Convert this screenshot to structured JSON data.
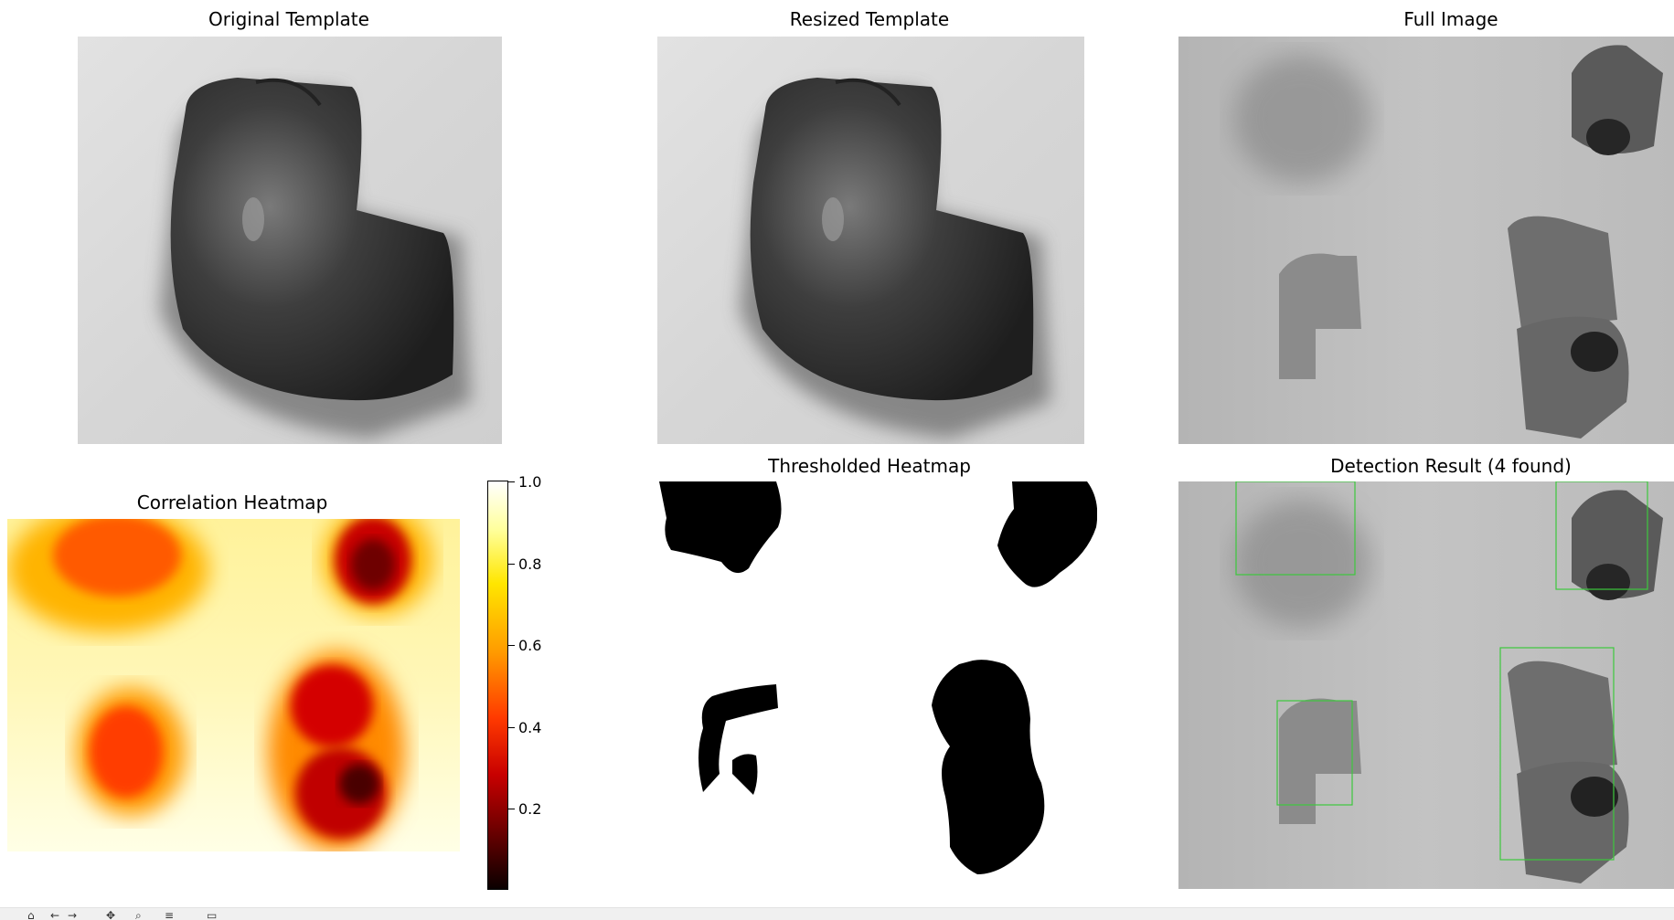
{
  "figure": {
    "panels": [
      {
        "id": "original",
        "title": "Original Template"
      },
      {
        "id": "resized",
        "title": "Resized Template"
      },
      {
        "id": "full",
        "title": "Full Image"
      },
      {
        "id": "heatmap",
        "title": "Correlation Heatmap"
      },
      {
        "id": "thresholded",
        "title": "Thresholded Heatmap"
      },
      {
        "id": "detection",
        "title": "Detection Result (4 found)"
      }
    ],
    "colorbar": {
      "colormap": "hot",
      "range": [
        0.0,
        1.0
      ],
      "ticks": [
        "1.0",
        "0.8",
        "0.6",
        "0.4",
        "0.2"
      ]
    },
    "detection": {
      "found": 4,
      "box_color": "#3cc83c"
    }
  },
  "toolbar": {
    "icons": [
      "home-icon",
      "back-icon",
      "forward-icon",
      "pan-icon",
      "zoom-icon",
      "configure-icon",
      "save-icon"
    ]
  }
}
